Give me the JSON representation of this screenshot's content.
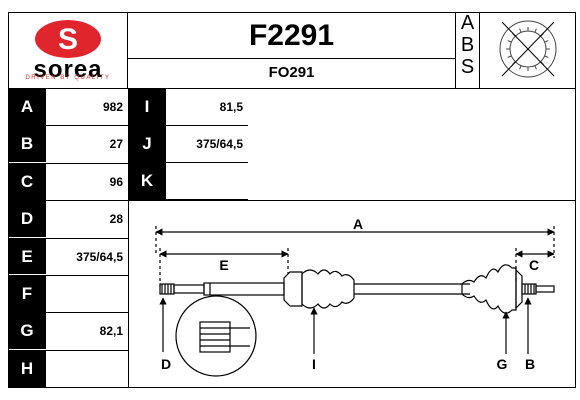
{
  "brand": {
    "name": "sorea",
    "tagline": "DRIVEN BY QUALITY",
    "logo_color": "#e0252c"
  },
  "header": {
    "code": "F2291",
    "subcode": "FO291",
    "abs_letters": [
      "A",
      "B",
      "S"
    ]
  },
  "specs_left": [
    {
      "label": "A",
      "value": "982"
    },
    {
      "label": "B",
      "value": "27"
    },
    {
      "label": "C",
      "value": "96"
    },
    {
      "label": "D",
      "value": "28"
    },
    {
      "label": "E",
      "value": "375/64,5"
    },
    {
      "label": "F",
      "value": ""
    },
    {
      "label": "G",
      "value": "82,1"
    },
    {
      "label": "H",
      "value": ""
    }
  ],
  "specs_right": [
    {
      "label": "I",
      "value": "81,5"
    },
    {
      "label": "J",
      "value": "375/64,5"
    },
    {
      "label": "K",
      "value": ""
    }
  ],
  "diagram_labels": {
    "A": "A",
    "E": "E",
    "C": "C",
    "D": "D",
    "I": "I",
    "G": "G",
    "B": "B"
  }
}
